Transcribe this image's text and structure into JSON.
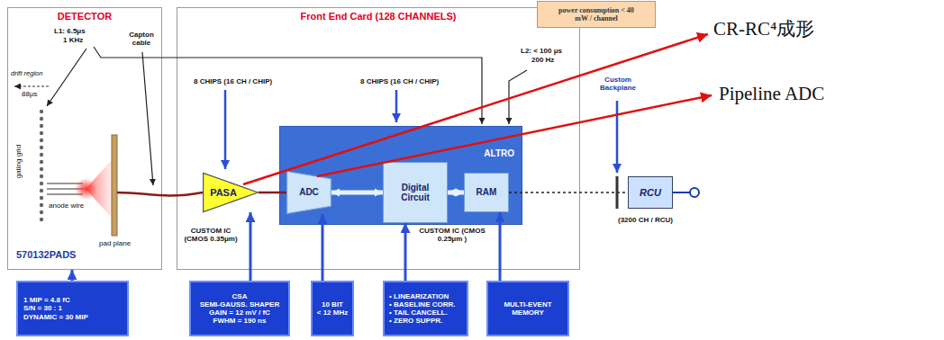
{
  "diagram": {
    "nodes": [
      {
        "text": [
          "DETECTOR"
        ]
      },
      {
        "text": [
          "Front End Card (128 CHANNELS)"
        ]
      },
      {
        "text": [
          "power consumption < 40 mW / channel"
        ]
      },
      {
        "text": [
          "PASA"
        ],
        "in": 1
      },
      {
        "text": [
          "ALTRO"
        ],
        "in": 1
      },
      {
        "text": [
          "ADC"
        ],
        "in": 4
      },
      {
        "text": [
          "Digital Circuit"
        ],
        "in": 4
      },
      {
        "text": [
          "RAM"
        ],
        "in": 4
      },
      {
        "text": [
          "RCU"
        ]
      },
      {
        "text": [
          "1 MIP = 4.8 fC",
          "S/N = 30 : 1",
          "DYNAMIC = 30 MIP"
        ]
      },
      {
        "text": [
          "CSA",
          "SEMI-GAUSS. SHAPER",
          "GAIN = 12 mV / fC",
          "FWHM = 190 ns"
        ]
      },
      {
        "text": [
          "10 BIT",
          "< 12 MHz"
        ]
      },
      {
        "text": [
          "• LINEARIZATION",
          "• BASELINE CORR.",
          "• TAIL CANCELL.",
          "• ZERO SUPPR."
        ]
      },
      {
        "text": [
          "MULTI-EVENT MEMORY"
        ]
      }
    ],
    "edges": [
      {
        "from": 3,
        "to": 5,
        "arrow": "none"
      },
      {
        "from": 5,
        "to": 6,
        "arrow": "both"
      },
      {
        "from": 6,
        "to": 7,
        "arrow": "both"
      },
      {
        "from": 7,
        "to": 8,
        "arrow": "none"
      },
      {
        "from": 9,
        "to": 0,
        "arrow": "to"
      },
      {
        "from": 10,
        "to": 3,
        "arrow": "to"
      },
      {
        "from": 11,
        "to": 5,
        "arrow": "to"
      },
      {
        "from": 12,
        "to": 6,
        "arrow": "to"
      },
      {
        "from": 13,
        "to": 7,
        "arrow": "to"
      }
    ],
    "labels": [
      "L1: 6.5μs",
      "1 KHz",
      "drift region",
      "88μs",
      "gating grid",
      "anode wire",
      "Capton cable",
      "pad plane",
      "570132PADS",
      "8 CHIPS (16 CH / CHIP)",
      "CUSTOM IC (CMOS 0.35μm)",
      "8 CHIPS (16 CH / CHIP)",
      "L2: < 100 μs",
      "200 Hz",
      "CUSTOM IC (CMOS 0.25μm )",
      "Custom Backplane",
      "(3200 CH / RCU)",
      "CR-RC⁴成形",
      "Pipeline ADC"
    ]
  }
}
